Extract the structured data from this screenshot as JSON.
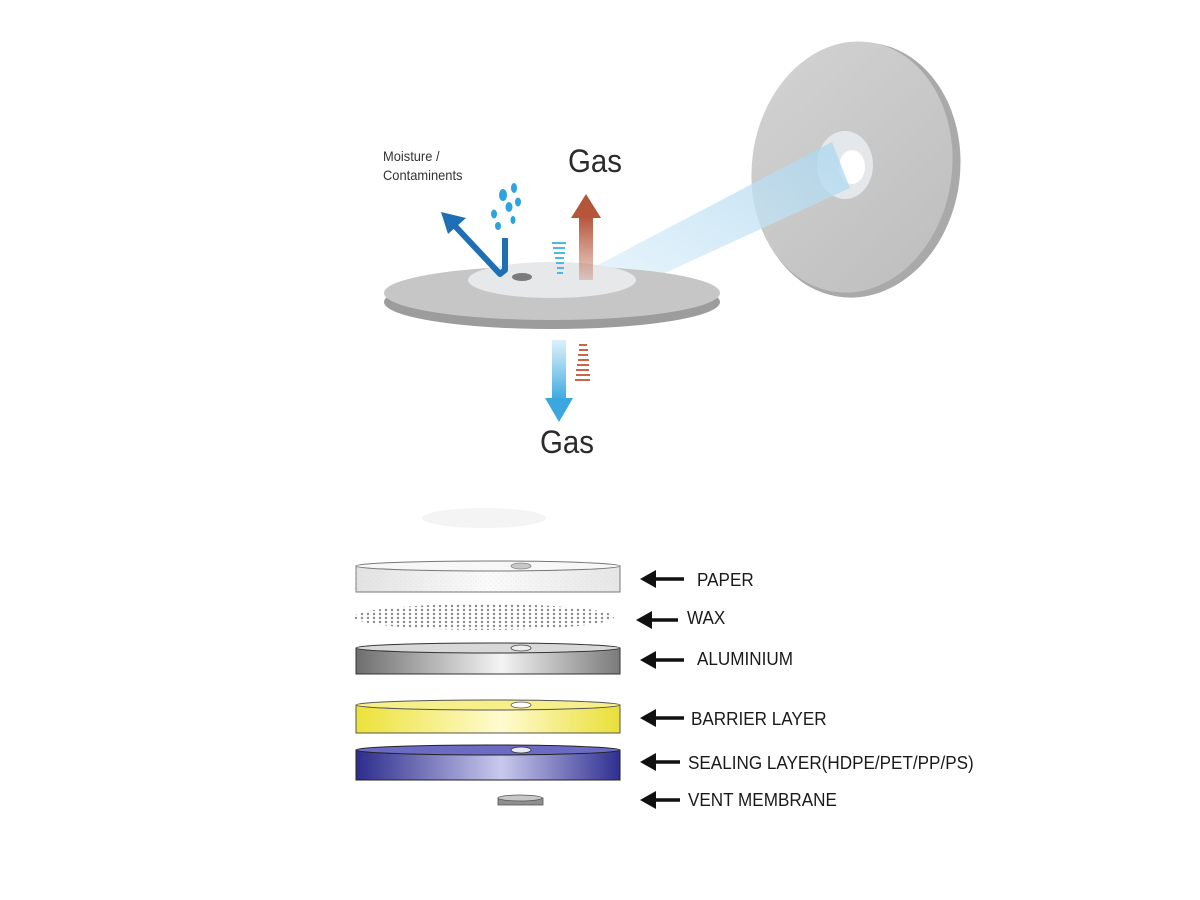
{
  "top_diagram": {
    "moisture_label_line1": "Moisture /",
    "moisture_label_line2": "Contaminents",
    "gas_out_label": "Gas",
    "gas_in_label": "Gas"
  },
  "layers": [
    {
      "label": "PAPER",
      "color": "#f3f3f3"
    },
    {
      "label": "WAX",
      "color": "#b8b8b8"
    },
    {
      "label": "ALUMINIUM",
      "color": "#8c8c8c"
    },
    {
      "label": "BARRIER LAYER",
      "color": "#f2ea3c"
    },
    {
      "label": "SEALING LAYER(HDPE/PET/PP/PS)",
      "color": "#3a3aa0"
    },
    {
      "label": "VENT MEMBRANE",
      "color": "#9a9a9a"
    }
  ],
  "colors": {
    "disc": "#c9c9c9",
    "moisture_arrow": "#1f6fb5",
    "gas_out_arrow": "#b5553a",
    "gas_in_arrow": "#4fb6e6",
    "light_beam": "#cfe7f6"
  }
}
